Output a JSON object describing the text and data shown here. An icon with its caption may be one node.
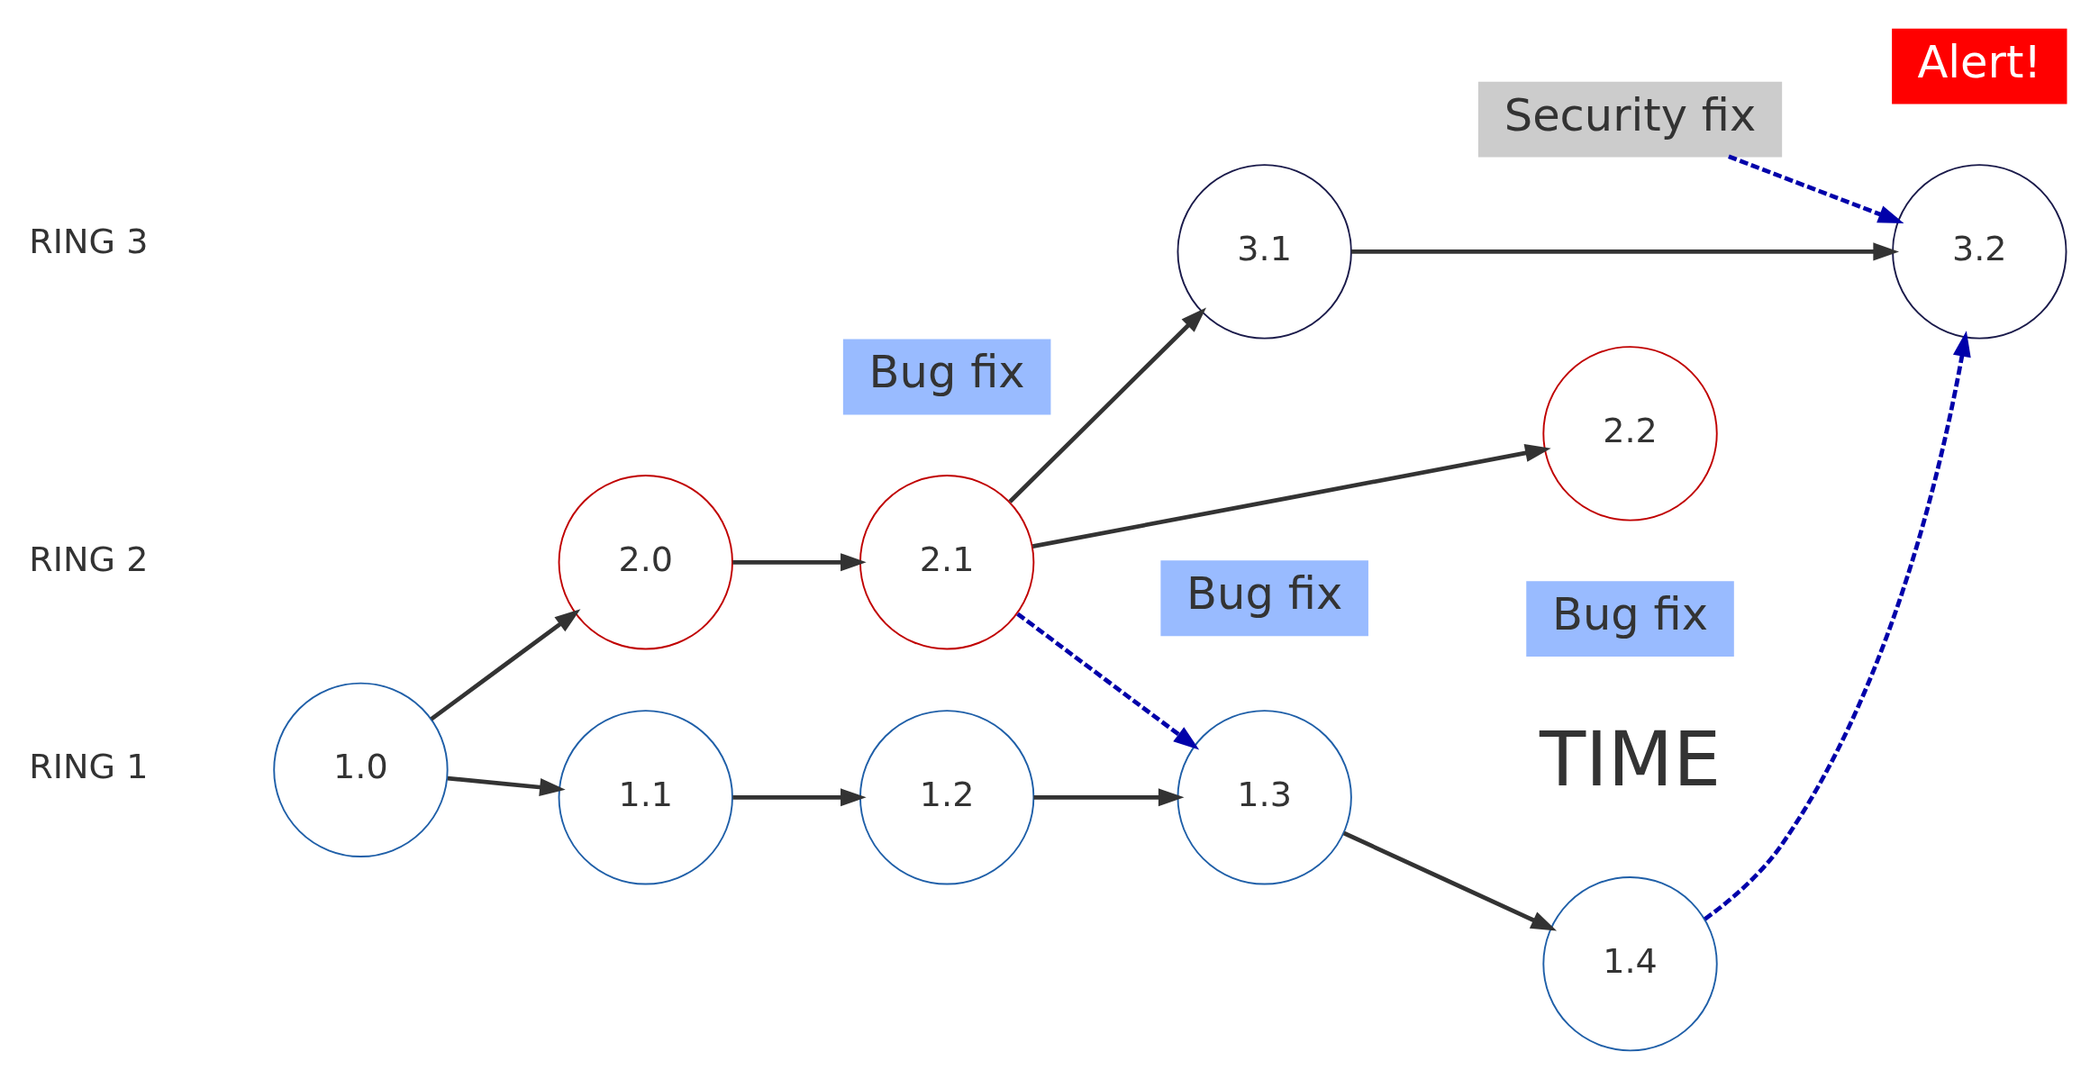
{
  "diagram": {
    "nodes": [
      {
        "text": [
          "1.0"
        ]
      },
      {
        "text": [
          "1.1"
        ]
      },
      {
        "text": [
          "1.2"
        ]
      },
      {
        "text": [
          "Bug fix"
        ]
      },
      {
        "text": [
          "1.3"
        ]
      },
      {
        "text": [
          "1.4"
        ]
      },
      {
        "text": [
          "Bug fix"
        ]
      },
      {
        "text": [
          "2.0"
        ]
      },
      {
        "text": [
          "2.1"
        ]
      },
      {
        "text": [
          "2.2"
        ]
      },
      {
        "text": [
          "Bug fix"
        ]
      },
      {
        "text": [
          "Security fix"
        ]
      },
      {
        "text": [
          "3.1"
        ]
      },
      {
        "text": [
          "3.2"
        ]
      },
      {
        "text": [
          "Alert!"
        ]
      }
    ],
    "edges": [
      {
        "from": 0,
        "to": 1,
        "arrow": "to"
      },
      {
        "from": 1,
        "to": 2,
        "arrow": "to"
      },
      {
        "from": 2,
        "to": 4,
        "arrow": "to"
      },
      {
        "from": 4,
        "to": 5,
        "arrow": "to"
      },
      {
        "from": 0,
        "to": 7,
        "arrow": "to"
      },
      {
        "from": 7,
        "to": 8,
        "arrow": "to"
      },
      {
        "from": 8,
        "to": 9,
        "arrow": "to"
      },
      {
        "from": 8,
        "to": 4,
        "arrow": "to",
        "style": "dashed",
        "color": "#0000aa"
      },
      {
        "from": 8,
        "to": 12,
        "arrow": "to"
      },
      {
        "from": 12,
        "to": 13,
        "arrow": "to"
      },
      {
        "from": 5,
        "to": 13,
        "arrow": "to",
        "style": "dashed",
        "color": "#0000aa"
      },
      {
        "from": 11,
        "to": 13,
        "arrow": "to",
        "style": "dashed",
        "color": "#0000aa"
      }
    ],
    "labels": [
      "TIME",
      "RING 1",
      "RING 2",
      "RING 3"
    ]
  }
}
